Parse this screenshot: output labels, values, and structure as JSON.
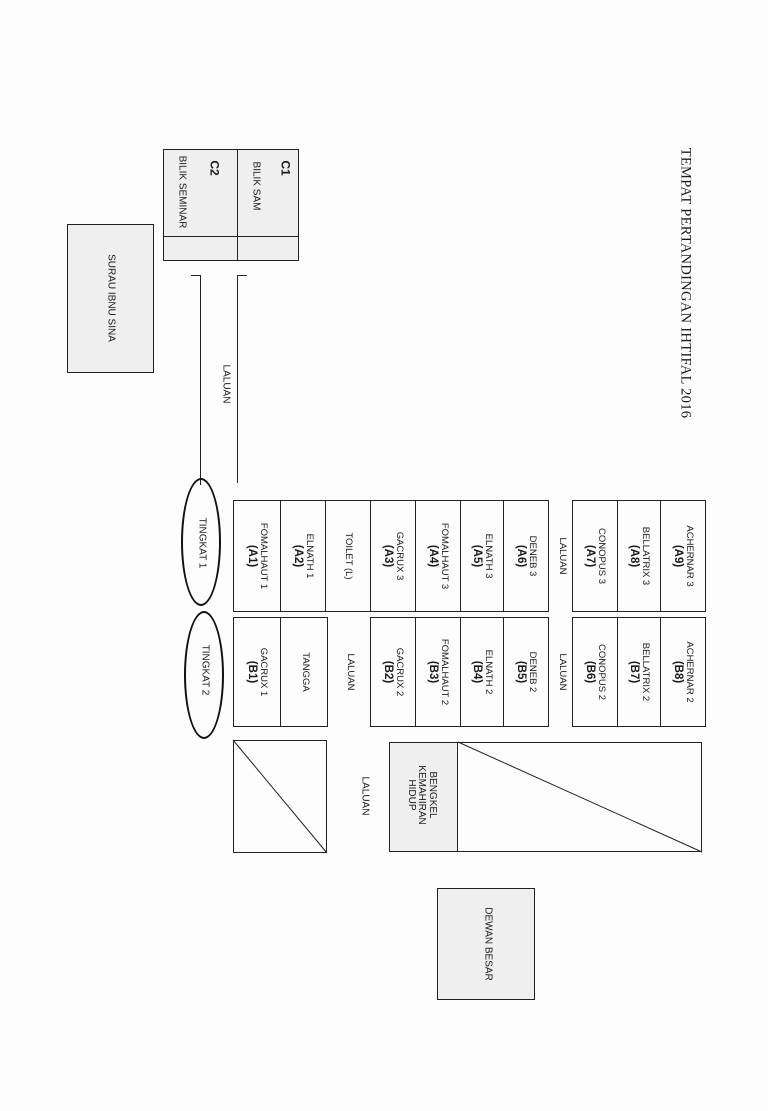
{
  "title": "TEMPAT PERTANDINGAN IHTIFAL 2016",
  "c_block": {
    "c1_code": "C1",
    "c1_name": "BILIK SAM",
    "c2_code": "C2",
    "c2_name": "BILIK SEMINAR"
  },
  "surau": "SURAU IBNU SINA",
  "laluan": "LALUAN",
  "tingkat1": "TINGKAT  1",
  "tingkat2": "TINGKAT  2",
  "a_rooms": [
    {
      "name": "ACHERNAR 3",
      "code": "(A9)"
    },
    {
      "name": "BELLATRIX 3",
      "code": "(A8)"
    },
    {
      "name": "CONOPUS 3",
      "code": "(A7)"
    },
    {
      "name": "LALUAN",
      "code": ""
    },
    {
      "name": "DENEB 3",
      "code": "(A6)"
    },
    {
      "name": "ELNATH 3",
      "code": "(A5)"
    },
    {
      "name": "FOMALHAUT 3",
      "code": "(A4)"
    },
    {
      "name": "GACRUX 3",
      "code": "(A3)"
    },
    {
      "name": "TOILET (L)",
      "code": ""
    },
    {
      "name": "ELNATH 1",
      "code": "(A2)"
    },
    {
      "name": "FOMALHAUT 1",
      "code": "(A1)"
    }
  ],
  "b_rooms": [
    {
      "name": "ACHERNAR 2",
      "code": "(B8)"
    },
    {
      "name": "BELLATRIX 2",
      "code": "(B7)"
    },
    {
      "name": "CONOPUS 2",
      "code": "(B6)"
    },
    {
      "name": "LALUAN",
      "code": ""
    },
    {
      "name": "DENEB 2",
      "code": "(B5)"
    },
    {
      "name": "ELNATH 2",
      "code": "(B4)"
    },
    {
      "name": "FOMALHAUT 2",
      "code": "(B3)"
    },
    {
      "name": "GACRUX 2",
      "code": "(B2)"
    },
    {
      "name": "LALUAN",
      "code": ""
    },
    {
      "name": "TANGGA",
      "code": ""
    },
    {
      "name": "GACRUX 1",
      "code": "(B1)"
    }
  ],
  "bengkel": [
    "BENGKEL",
    "KEMAHIRAN",
    "HIDUP"
  ],
  "laluan_mid": "LALUAN",
  "dewan": "DEWAN BESAR"
}
